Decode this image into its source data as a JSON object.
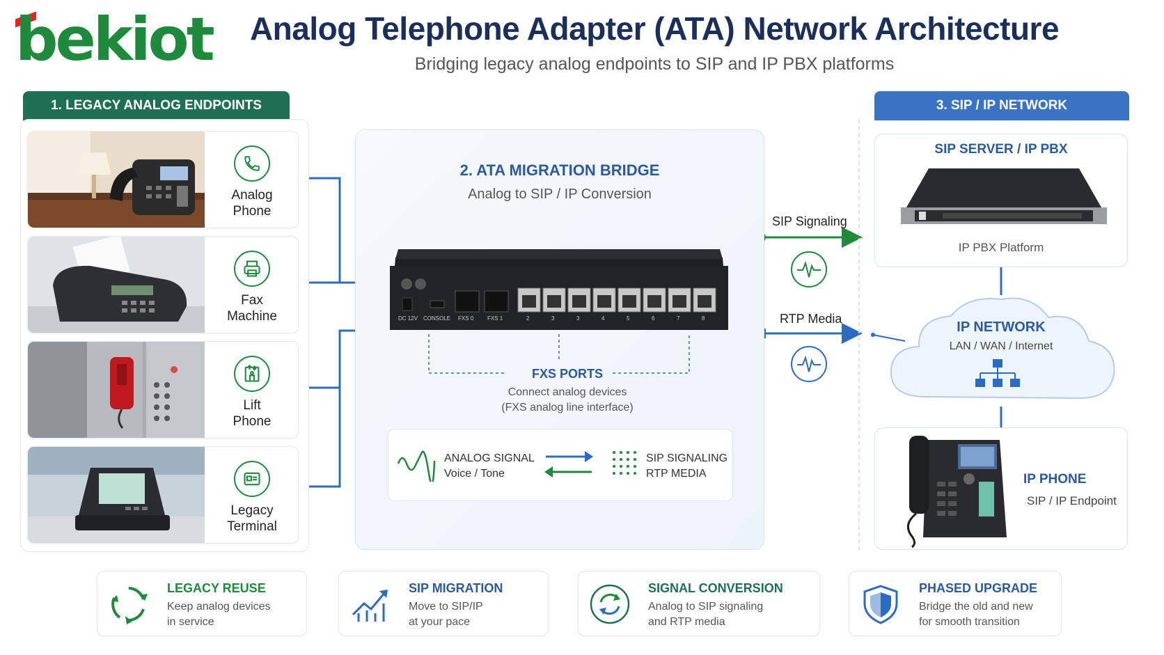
{
  "header": {
    "logo": "bekiot",
    "title": "Analog Telephone Adapter (ATA) Network Architecture",
    "subtitle": "Bridging legacy analog endpoints to SIP and IP PBX platforms"
  },
  "legacy": {
    "header": "1. LEGACY ANALOG ENDPOINTS",
    "endpoints": [
      {
        "line1": "Analog",
        "line2": "Phone",
        "icon": "phone-icon"
      },
      {
        "line1": "Fax",
        "line2": "Machine",
        "icon": "fax-icon"
      },
      {
        "line1": "Lift",
        "line2": "Phone",
        "icon": "elevator-icon"
      },
      {
        "line1": "Legacy",
        "line2": "Terminal",
        "icon": "terminal-icon"
      }
    ]
  },
  "bridge": {
    "title": "2. ATA MIGRATION BRIDGE",
    "subtitle": "Analog to SIP / IP Conversion",
    "device_labels": {
      "power": "DC 12V",
      "console": "CONSOLE",
      "fxs0": "FXS 0",
      "fxs1": "FXS 1",
      "ports": [
        "2",
        "3",
        "3",
        "4",
        "5",
        "6",
        "7",
        "8"
      ]
    },
    "fxs_title": "FXS PORTS",
    "fxs_line1": "Connect analog devices",
    "fxs_line2": "(FXS analog line interface)",
    "signal_left_1": "ANALOG SIGNAL",
    "signal_left_2": "Voice / Tone",
    "signal_right_1": "SIP SIGNALING",
    "signal_right_2": "RTP MEDIA"
  },
  "flows": {
    "sip_signaling": "SIP Signaling",
    "rtp_media": "RTP Media"
  },
  "network": {
    "header": "3. SIP / IP NETWORK",
    "server_title": "SIP SERVER / IP PBX",
    "server_label": "IP PBX Platform",
    "ipnet_title": "IP NETWORK",
    "ipnet_sub": "LAN / WAN / Internet",
    "ipphone_title": "IP PHONE",
    "ipphone_sub": "SIP / IP Endpoint"
  },
  "benefits": [
    {
      "title": "LEGACY REUSE",
      "line1": "Keep analog devices",
      "line2": "in service",
      "color": "#1e8a3c"
    },
    {
      "title": "SIP MIGRATION",
      "line1": "Move to SIP/IP",
      "line2": "at your pace",
      "color": "#2a5aa0"
    },
    {
      "title": "SIGNAL CONVERSION",
      "line1": "Analog to SIP signaling",
      "line2": "and RTP media",
      "color": "#1f6f55"
    },
    {
      "title": "PHASED UPGRADE",
      "line1": "Bridge the old and new",
      "line2": "for smooth transition",
      "color": "#2a5aa0"
    }
  ],
  "colors": {
    "green": "#1e8a3c",
    "blue": "#2a5aa0",
    "line_blue": "#2b6cc0"
  }
}
